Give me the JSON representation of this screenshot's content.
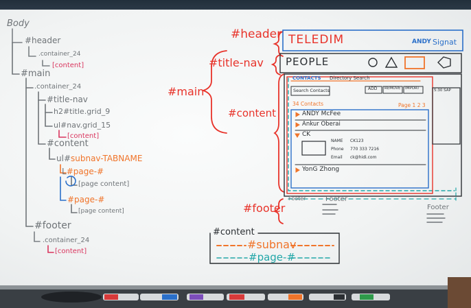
{
  "tree": {
    "body": "Body",
    "header": "#header",
    "header_container": ".container_24",
    "header_content": "[content]",
    "main": "#main",
    "main_container": ".container_24",
    "title_nav": "#title-nav",
    "h2_title": "h2#title.grid_9",
    "ul_nav": "ul#nav.grid_15",
    "title_nav_content": "[content]",
    "content": "#content",
    "ul_subnav": "ul#",
    "subnav_tabname": "subnav-TABNAME",
    "li_prefix_1": "L",
    "page_1": "#page-#",
    "page_content_1": "[page content]",
    "page_2": "#page-#",
    "page_content_2": "[page content]",
    "footer": "#footer",
    "footer_container": ".container_24",
    "footer_content": "[content]"
  },
  "labels": {
    "header": "#header",
    "title_nav": "#title-nav",
    "main": "#main",
    "content": "#content",
    "footer": "#footer"
  },
  "mockup": {
    "logo": "TELEDIM",
    "user": "ANDY",
    "signout": "Signat",
    "title": "PEOPLE",
    "tab_contacts": "CONTACTS",
    "tab_directory": "Directory Search",
    "search_placeholder": "Search Contacts",
    "btn_add": "ADD",
    "btn_remove": "REMOVE",
    "btn_import": "IMPORT",
    "count": "34 Contacts",
    "page": "Page 1 2 3",
    "contacts": [
      "ANDY McFee",
      "Ankur Oberai",
      "CK",
      "YonG Zhong"
    ],
    "detail_name_label": "NAME",
    "detail_name": "CK123",
    "detail_phone_label": "Phone",
    "detail_phone": "770 333 7216",
    "detail_email_label": "Email",
    "detail_email": "ck@hidi.com",
    "side_label": "5:30 SAP",
    "footer_1": "Footer",
    "footer_2": "Footer",
    "footer_3": "Footer"
  },
  "legend": {
    "content": "#content",
    "subnav": "#subnav",
    "page": "#page-#"
  },
  "colors": {
    "gray": "#6f7478",
    "red": "#e8332a",
    "orange": "#f0742a",
    "blue": "#2a6fc9",
    "teal": "#22a7a8",
    "pink": "#d9345d"
  }
}
